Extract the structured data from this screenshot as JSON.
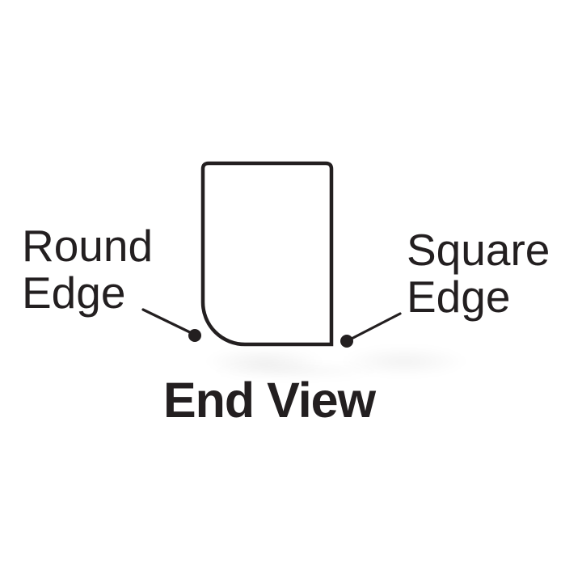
{
  "colors": {
    "ink": "#231f20",
    "background": "#ffffff"
  },
  "labels": {
    "round_edge": {
      "line1": "Round",
      "line2": "Edge"
    },
    "square_edge": {
      "line1": "Square",
      "line2": "Edge"
    }
  },
  "caption": "End View"
}
